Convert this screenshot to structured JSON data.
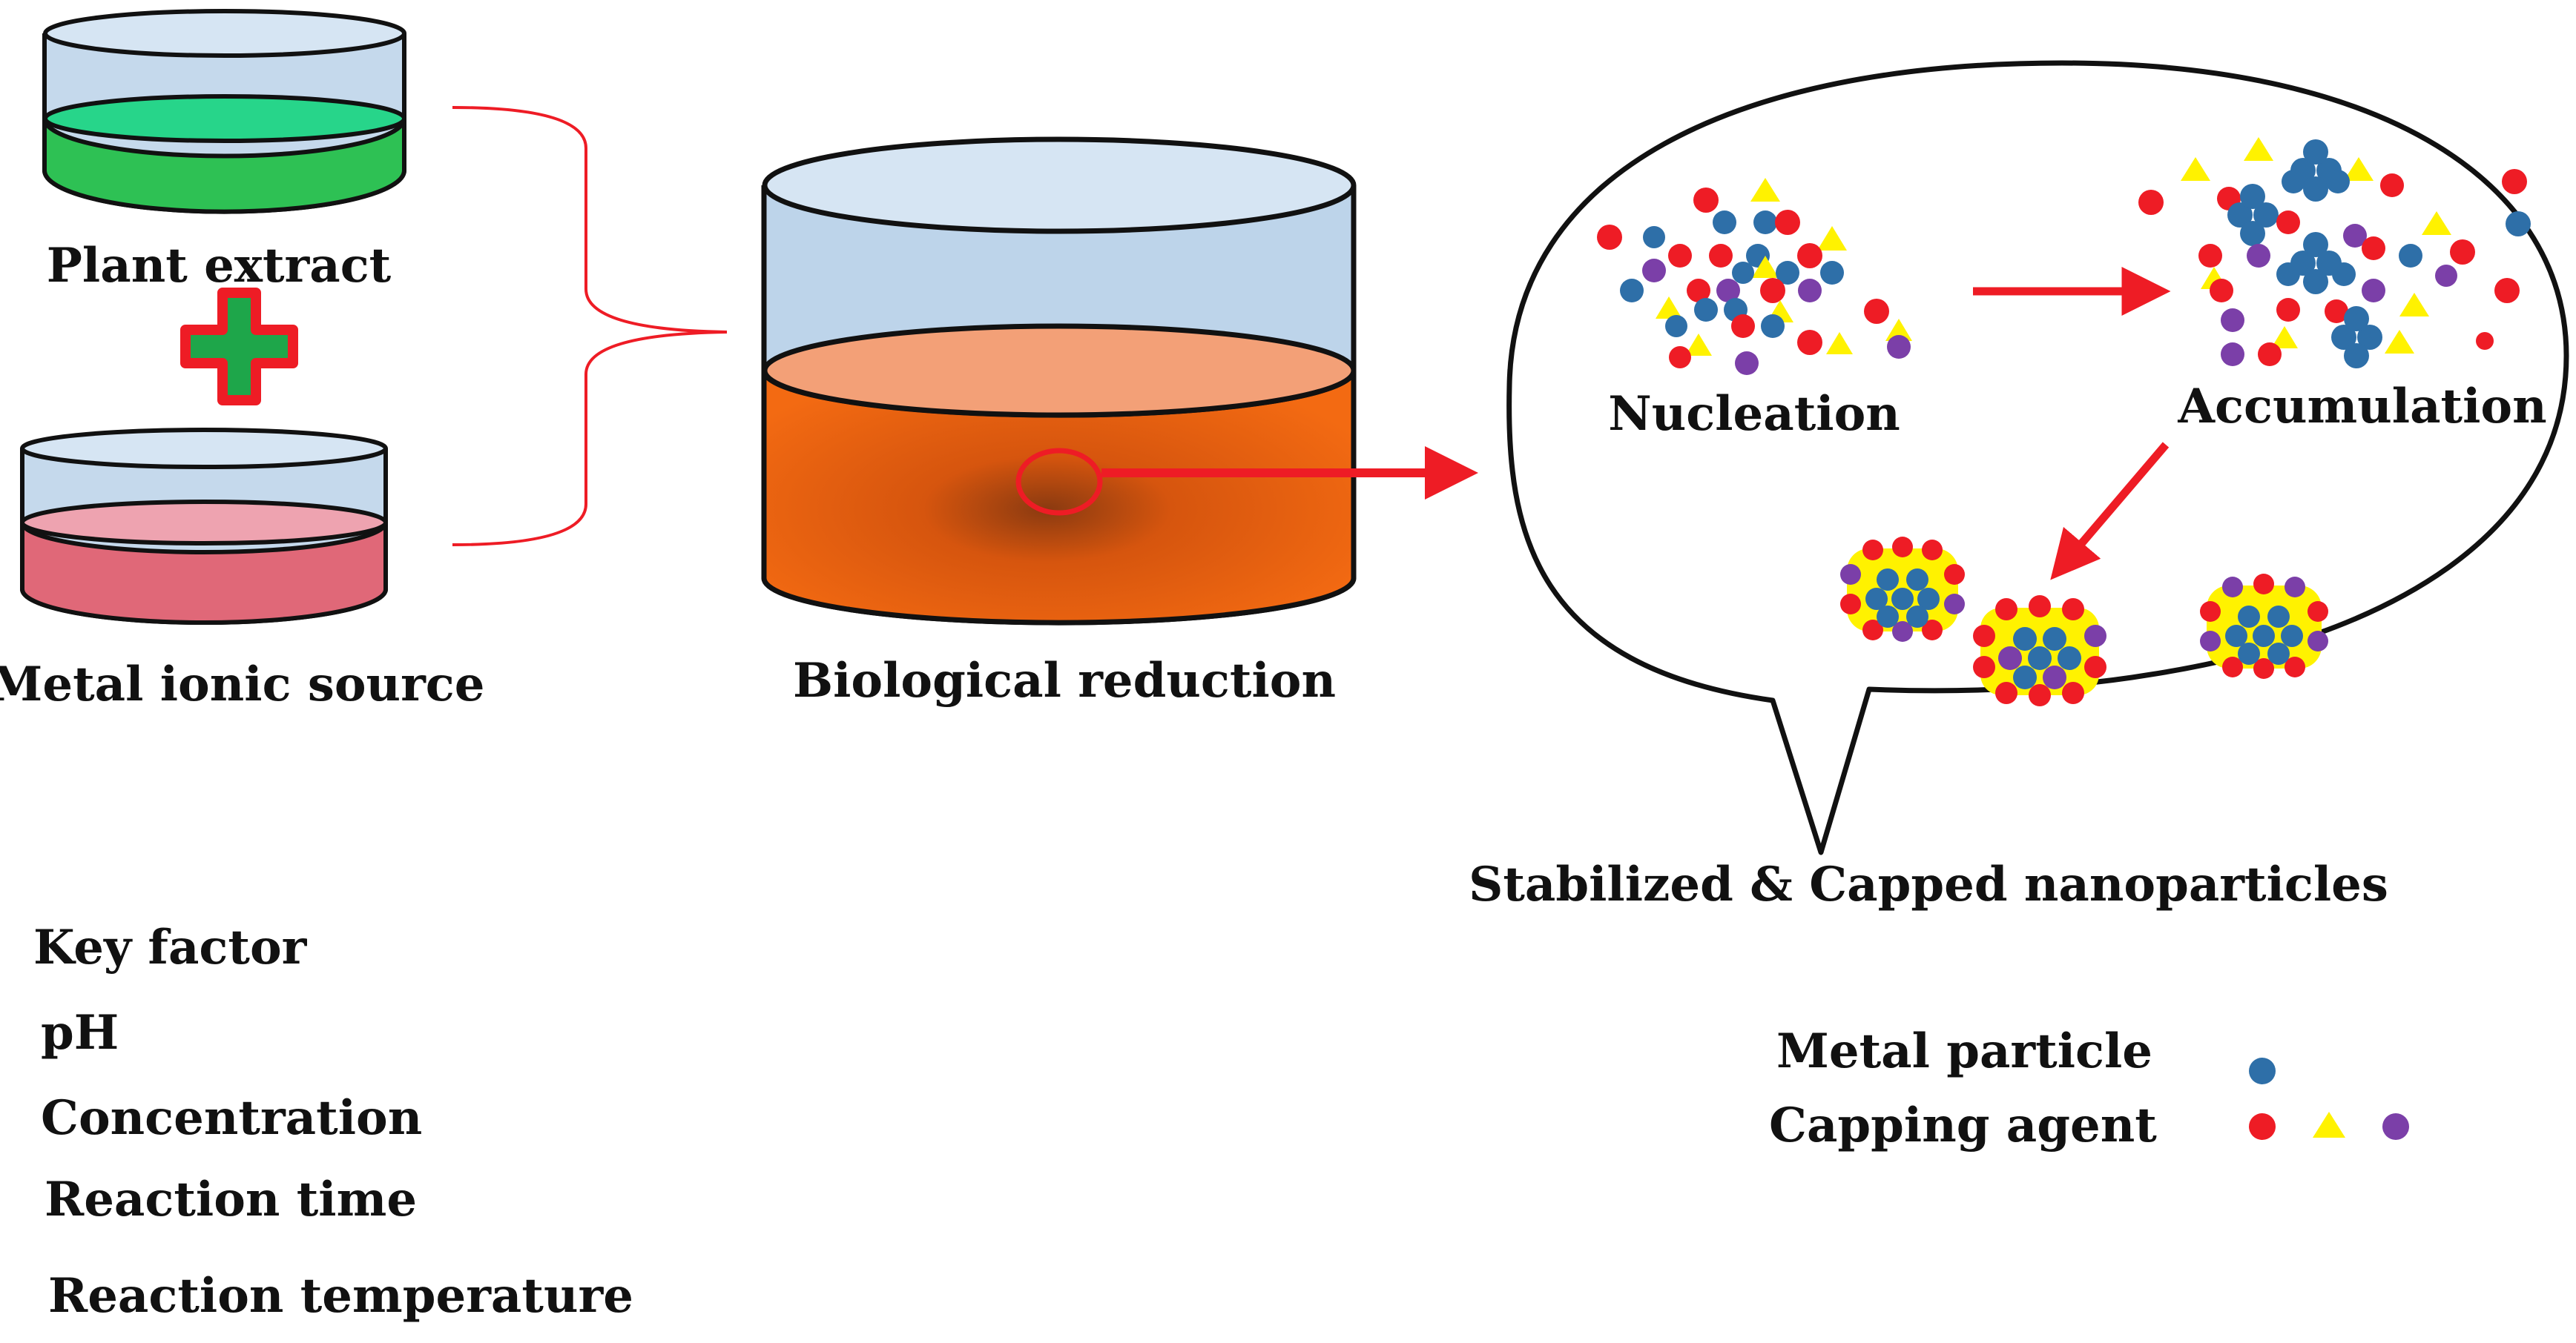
{
  "labels": {
    "plant_extract": "Plant extract",
    "metal_ionic_source": "Metal ionic source",
    "biological_reduction": "Biological reduction",
    "nucleation": "Nucleation",
    "accumulation": "Accumulation",
    "stabilized_capped": "Stabilized & Capped nanoparticles"
  },
  "key_factors": {
    "heading": "Key factor",
    "items": [
      "pH",
      "Concentration",
      "Reaction time",
      "Reaction temperature"
    ]
  },
  "legend": {
    "metal_particle": "Metal  particle",
    "capping_agent": "Capping agent"
  },
  "colors": {
    "metal_particle": "#2e6fa8",
    "capping_red": "#ee1c25",
    "capping_yellow": "#fff200",
    "capping_purple": "#7b3fa8",
    "plant_extract_liquid": "#2ec154",
    "metal_source_liquid": "#e06878",
    "reduction_liquid": "#f26411",
    "arrow": "#ee1c25",
    "beaker_glass": "#c5d9ec"
  }
}
